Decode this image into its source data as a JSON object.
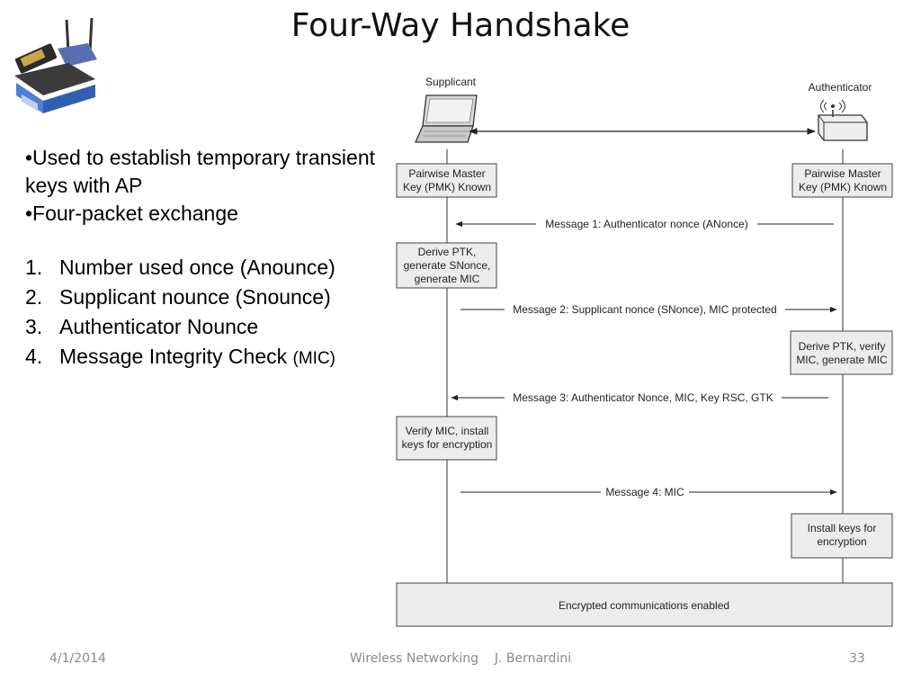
{
  "title": "Four-Way Handshake",
  "bullets": [
    "•Used to establish temporary transient keys with AP",
    "•Four-packet exchange"
  ],
  "numbered": [
    {
      "n": "1.",
      "text": "Number used once (Anounce)",
      "small": ""
    },
    {
      "n": "2.",
      "text": "Supplicant nounce (Snounce)",
      "small": ""
    },
    {
      "n": "3.",
      "text": "Authenticator Nounce",
      "small": ""
    },
    {
      "n": "4.",
      "text": "Message Integrity Check ",
      "small": "(MIC)"
    }
  ],
  "diagram": {
    "supplicant_label": "Supplicant",
    "authenticator_label": "Authenticator",
    "left_boxes": [
      {
        "lines": [
          "Pairwise Master",
          "Key (PMK) Known"
        ]
      },
      {
        "lines": [
          "Derive PTK,",
          "generate SNonce,",
          "generate MIC"
        ]
      },
      {
        "lines": [
          "Verify MIC, install",
          "keys for encryption"
        ]
      }
    ],
    "right_boxes": [
      {
        "lines": [
          "Pairwise Master",
          "Key (PMK) Known"
        ]
      },
      {
        "lines": [
          "Derive PTK, verify",
          "MIC, generate MIC"
        ]
      },
      {
        "lines": [
          "Install keys for",
          "encryption"
        ]
      }
    ],
    "messages": [
      {
        "text": "Message 1: Authenticator nonce (ANonce)",
        "direction": "to-supplicant"
      },
      {
        "text": "Message 2: Supplicant nonce (SNonce), MIC protected",
        "direction": "to-authenticator"
      },
      {
        "text": "Message 3: Authenticator Nonce, MIC, Key RSC, GTK",
        "direction": "to-supplicant"
      },
      {
        "text": "Message 4: MIC",
        "direction": "to-authenticator"
      }
    ],
    "bottom_bar": "Encrypted communications enabled"
  },
  "footer": {
    "date": "4/1/2014",
    "center": "Wireless Networking    J. Bernardini",
    "page": "33"
  }
}
